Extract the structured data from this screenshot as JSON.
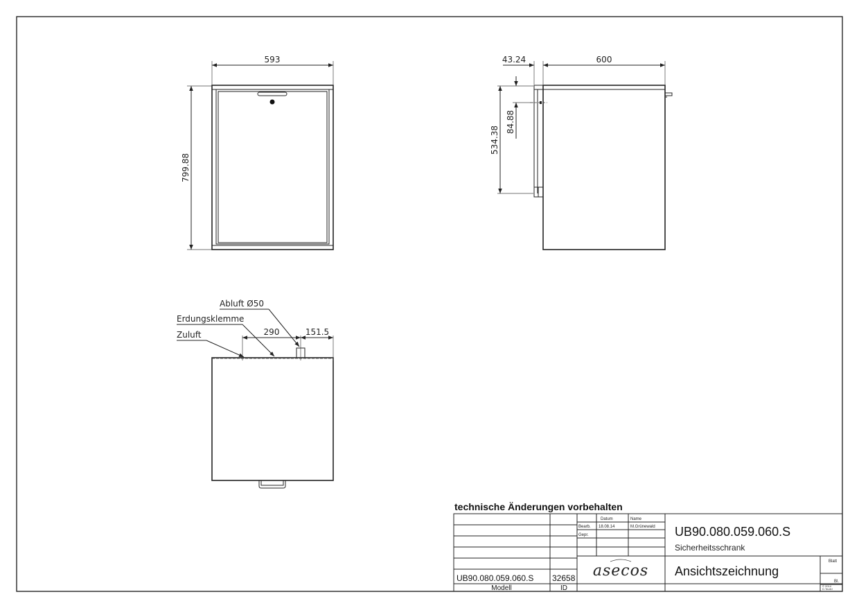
{
  "drawing": {
    "front_view": {
      "width_dim": "593",
      "height_dim": "799.88"
    },
    "side_view": {
      "offset_dim": "43.24",
      "depth_dim": "600",
      "height_a": "84.88",
      "height_b": "534.38"
    },
    "top_view": {
      "label_abluft": "Abluft Ø50",
      "label_erdung": "Erdungsklemme",
      "label_zuluft": "Zuluft",
      "dim_a": "290",
      "dim_b": "151.5"
    }
  },
  "title_block": {
    "notice": "technische Änderungen vorbehalten",
    "col_datum": "Datum",
    "col_name": "Name",
    "row_bearb": "Bearb.",
    "row_gepr": "Gepr.",
    "bearb_date": "18.08.14",
    "bearb_name": "M.Grünewald",
    "drawing_number": "UB90.080.059.060.S",
    "description": "Sicherheitsschrank",
    "logo": "asecos",
    "drawing_title": "Ansichtszeichnung",
    "blatt": "Blatt",
    "bl": "Bl.",
    "model": "UB90.080.059.060.S",
    "id_value": "32658",
    "model_caption": "Modell",
    "id_caption": "ID",
    "copyright_line1": "© 2014",
    "copyright_line2": "D.Teufel"
  }
}
